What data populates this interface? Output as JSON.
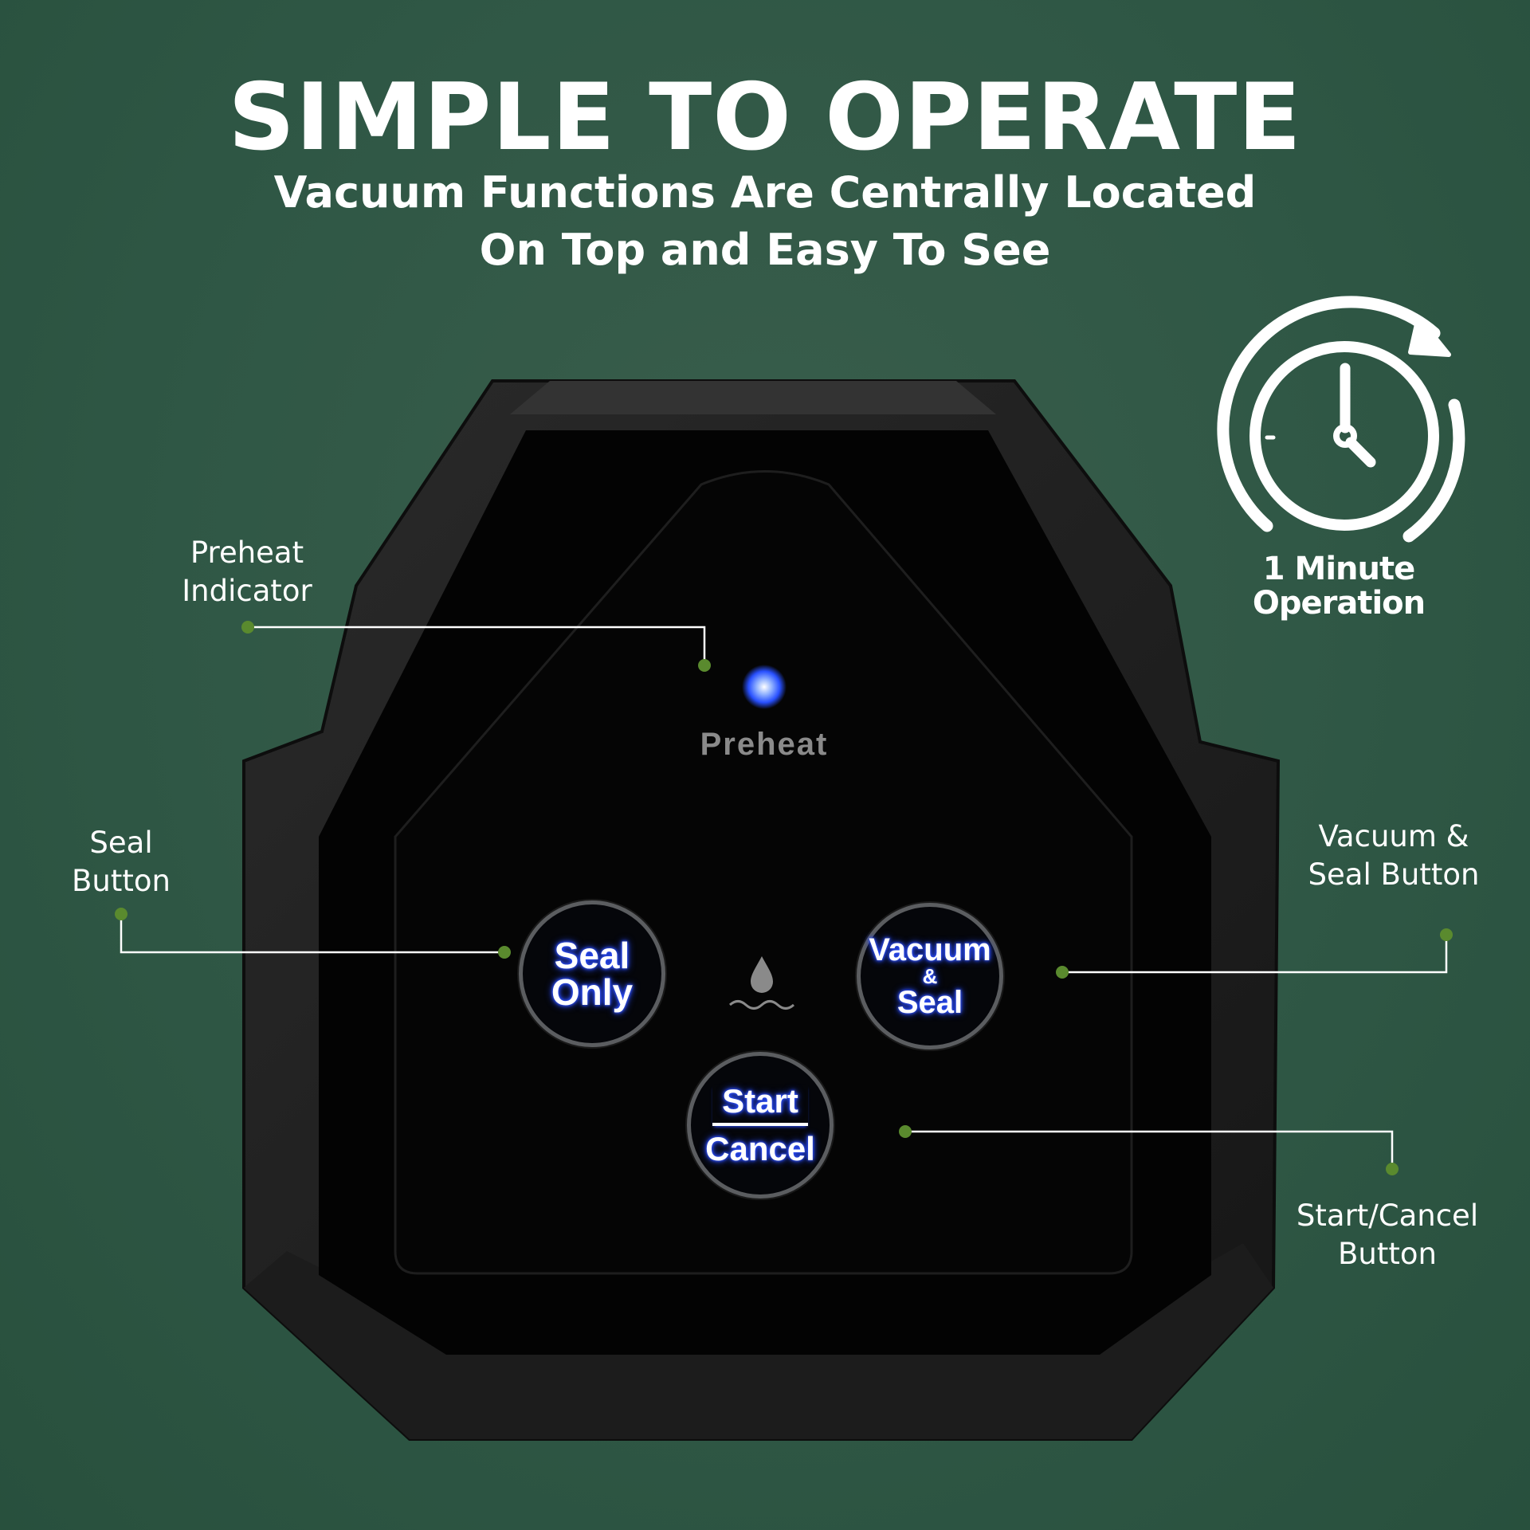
{
  "header": {
    "title": "SIMPLE TO OPERATE",
    "subtitle_line1": "Vacuum Functions Are Centrally Located",
    "subtitle_line2": "On Top and Easy To See"
  },
  "badge": {
    "icon": "clock-refresh-icon",
    "line1": "1 Minute",
    "line2": "Operation"
  },
  "device": {
    "indicator_label": "Preheat",
    "buttons": {
      "seal_only": [
        "Seal",
        "Only"
      ],
      "vacuum_seal": [
        "Vacuum",
        "&",
        "Seal"
      ],
      "start_cancel": [
        "Start",
        "Cancel"
      ]
    }
  },
  "callouts": {
    "preheat": [
      "Preheat",
      "Indicator"
    ],
    "seal": [
      "Seal",
      "Button"
    ],
    "vacuum_seal": [
      "Vacuum &",
      "Seal Button"
    ],
    "start_cancel": [
      "Start/Cancel",
      "Button"
    ]
  },
  "colors": {
    "background": "#2f5745",
    "callout_dot": "#5a8a2e",
    "button_glow": "#2b4dff"
  }
}
